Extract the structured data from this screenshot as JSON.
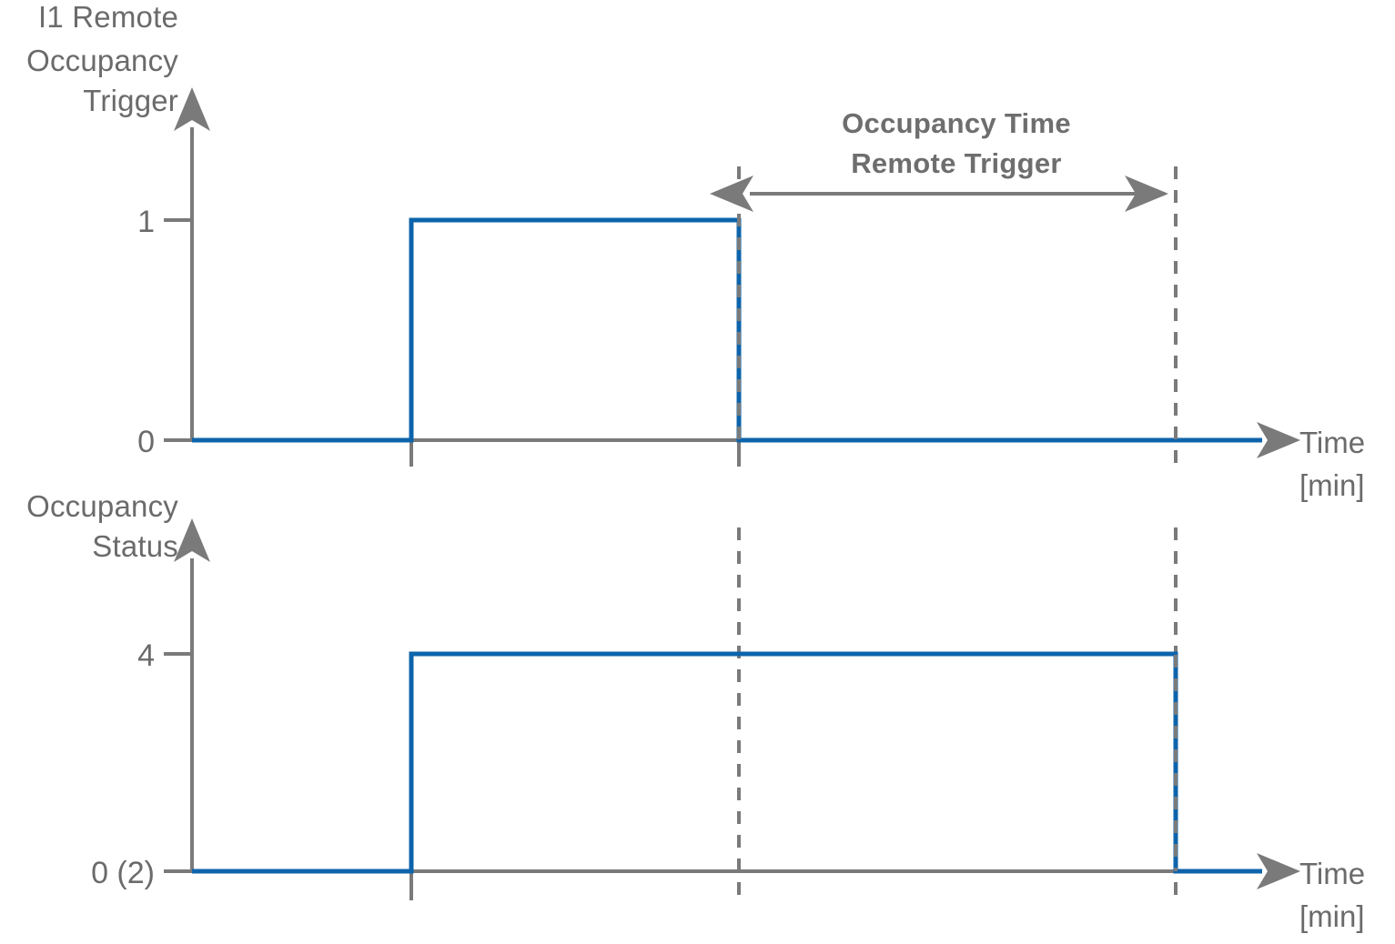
{
  "figure": {
    "kind": "timing-diagram",
    "background_color": "#ffffff",
    "signal_color": "#0d64ab",
    "axis_color": "#7a7a7a",
    "text_color": "#6b6b6b"
  },
  "charts": {
    "top": {
      "y_axis_title_lines": [
        "I1 Remote",
        "Occupancy",
        "Trigger"
      ],
      "y_ticks": [
        "1",
        "0"
      ],
      "x_axis_label_lines": [
        "Time",
        "[min]"
      ]
    },
    "bottom": {
      "y_axis_title_lines": [
        "Occupancy",
        "Status"
      ],
      "y_ticks": [
        "4",
        "0 (2)"
      ],
      "x_axis_label_lines": [
        "Time",
        "[min]"
      ]
    }
  },
  "annotation": {
    "lines": [
      "Occupancy Time",
      "Remote Trigger"
    ],
    "arrow_style": "double-headed"
  },
  "chart_data": [
    {
      "type": "line",
      "title": "I1 Remote Occupancy Trigger",
      "xlabel": "Time [min]",
      "ylabel": "I1 Remote Occupancy Trigger",
      "ylim": [
        0,
        1.25
      ],
      "ytick_values": [
        0,
        1
      ],
      "ytick_labels": [
        "0",
        "1"
      ],
      "grid": false,
      "legend": "none",
      "step": "post",
      "x": [
        0,
        2.0,
        5.0,
        11.0
      ],
      "values": [
        0,
        1,
        0,
        0
      ],
      "annotations": [
        {
          "text": "Occupancy Time Remote Trigger",
          "x_start": 5.0,
          "x_end": 9.5,
          "style": "double-arrow"
        }
      ]
    },
    {
      "type": "line",
      "title": "Occupancy Status",
      "xlabel": "Time [min]",
      "ylabel": "Occupancy Status",
      "ylim": [
        0,
        5
      ],
      "ytick_values": [
        0,
        4
      ],
      "ytick_labels": [
        "0 (2)",
        "4"
      ],
      "grid": false,
      "legend": "none",
      "step": "post",
      "x": [
        0,
        2.0,
        9.5,
        11.0
      ],
      "values": [
        0,
        4,
        0,
        0
      ]
    }
  ]
}
